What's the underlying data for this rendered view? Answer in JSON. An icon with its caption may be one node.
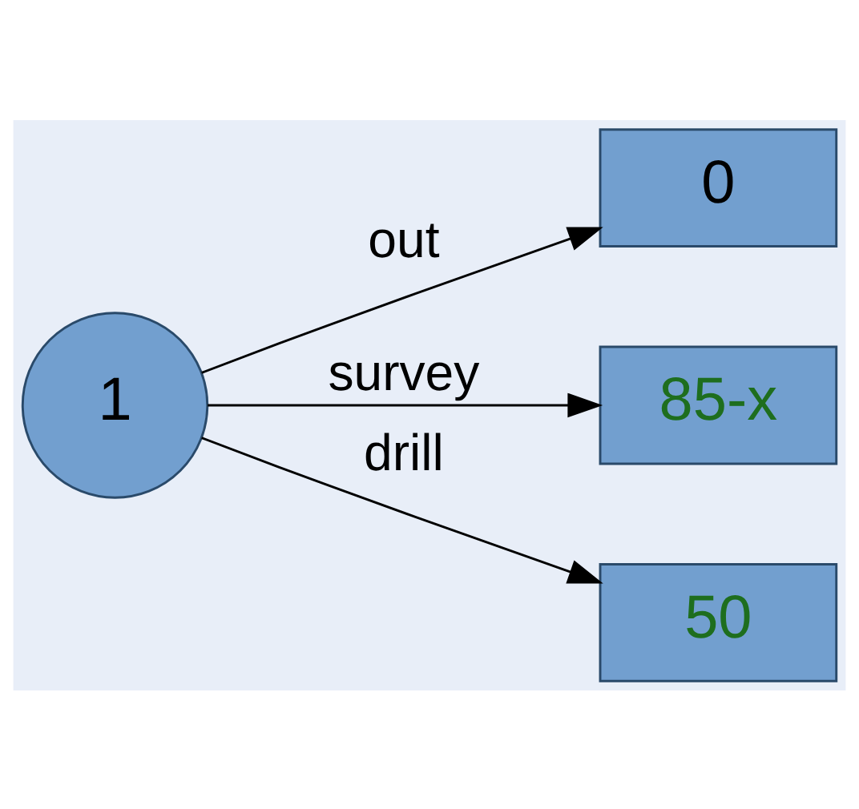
{
  "diagram": {
    "nodes": [
      {
        "text": [
          "1"
        ]
      },
      {
        "text": [
          "0"
        ]
      },
      {
        "text": [
          "85-x"
        ]
      },
      {
        "text": [
          "50"
        ]
      }
    ],
    "edges": [
      {
        "from": 0,
        "to": 1,
        "arrow": "to",
        "label": "out"
      },
      {
        "from": 0,
        "to": 2,
        "arrow": "to",
        "label": "survey"
      },
      {
        "from": 0,
        "to": 3,
        "arrow": "to",
        "label": "drill"
      }
    ]
  }
}
